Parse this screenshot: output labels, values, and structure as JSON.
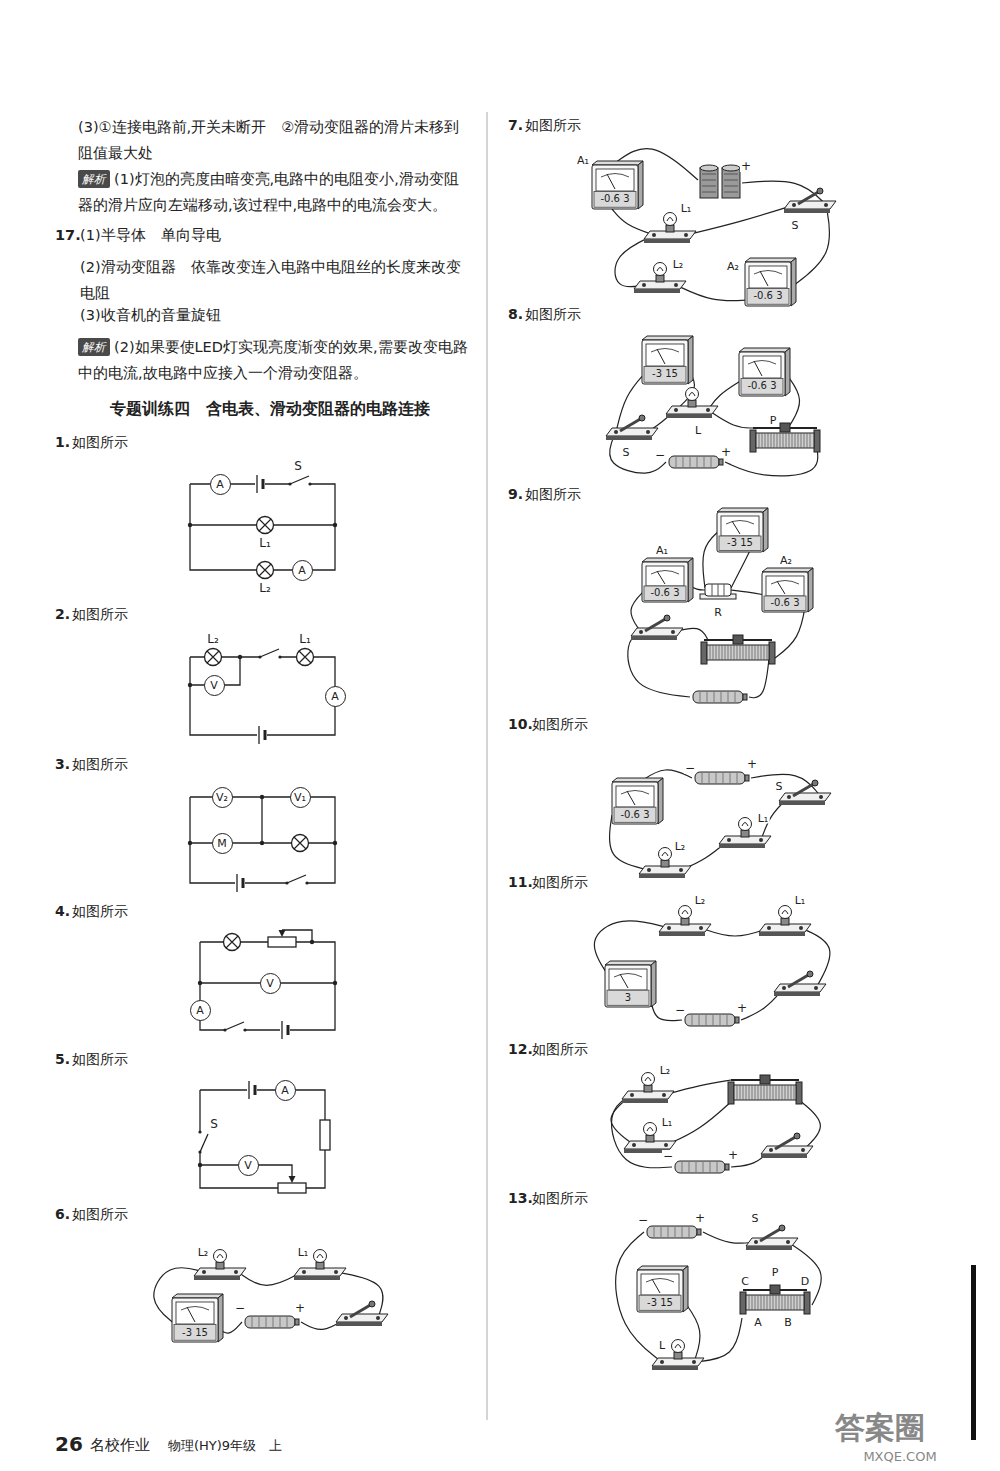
{
  "diagram": {
    "nodes": [
      {
        "text": [
          "解析"
        ]
      },
      {
        "text": [
          "解析"
        ]
      },
      {
        "text": [
          "A"
        ]
      },
      {
        "text": [
          "A"
        ]
      },
      {
        "text": [
          "V"
        ]
      },
      {
        "text": [
          "A"
        ]
      },
      {
        "text": [
          "V₂"
        ]
      },
      {
        "text": [
          "V₁"
        ]
      },
      {
        "text": [
          "M"
        ]
      },
      {
        "text": [
          "V"
        ]
      },
      {
        "text": [
          "A"
        ]
      },
      {
        "text": [
          "A"
        ]
      },
      {
        "text": [
          "V"
        ]
      }
    ],
    "labels": [
      "(3)①连接电路前,开关未断开　②滑动变阻器的滑片未移到阻值最大处",
      "(1)灯泡的亮度由暗变亮,电路中的电阻变小,滑动变阻器的滑片应向左端移动,该过程中,电路中的电流会变大。",
      "17.",
      "(1)半导体　单向导电",
      "(2)滑动变阻器　依靠改变连入电路中电阻丝的长度来改变电阻",
      "(3)收音机的音量旋钮",
      "(2)如果要使LED灯实现亮度渐变的效果,需要改变电路中的电流,故电路中应接入一个滑动变阻器。",
      "专题训练四　含电表、滑动变阻器的电路连接",
      "1.",
      "如图所示",
      "S",
      "L₁",
      "L₂",
      "2.",
      "如图所示",
      "L₂",
      "L₁",
      "3.",
      "如图所示",
      "4.",
      "如图所示",
      "5.",
      "如图所示",
      "S",
      "6.",
      "如图所示",
      "L₂",
      "L₁",
      "-3 15",
      "−",
      "+",
      "7.",
      "如图所示",
      "A₁",
      "-0.6 3",
      "+",
      "L₁",
      "S",
      "L₂",
      "A₂",
      "-0.6 3",
      "8.",
      "如图所示",
      "-3 15",
      "-0.6 3",
      "L",
      "S",
      "−",
      "+",
      "P",
      "9.",
      "如图所示",
      "-3 15",
      "A₁",
      "-0.6 3",
      "A₂",
      "-0.6 3",
      "R",
      "10.",
      "如图所示",
      "−",
      "+",
      "-0.6 3",
      "S",
      "L₁",
      "L₂",
      "11.",
      "如图所示",
      "L₂",
      "L₁",
      "3",
      "−",
      "+",
      "12.",
      "如图所示",
      "L₂",
      "L₁",
      "−",
      "+",
      "13.",
      "如图所示",
      "−",
      "+",
      "S",
      "-3 15",
      "C",
      "P",
      "D",
      "A",
      "B",
      "L",
      "26",
      "名校作业",
      "物理(HY)9年级　上",
      "答案圈",
      "MXQE.COM"
    ]
  }
}
